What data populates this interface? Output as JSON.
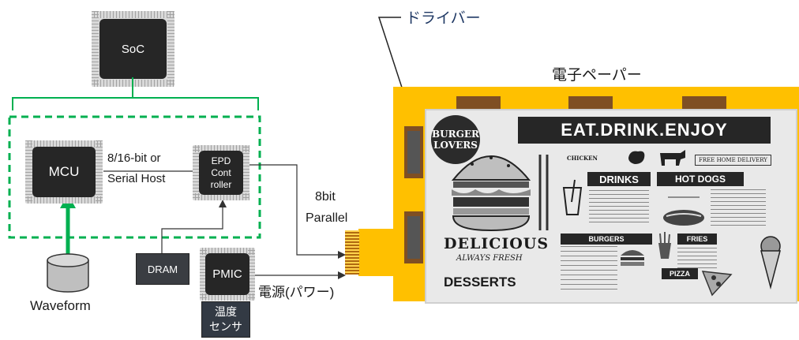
{
  "chips": {
    "soc": "SoC",
    "mcu": "MCU",
    "epd_line1": "EPD",
    "epd_line2": "Cont",
    "epd_line3": "roller",
    "pmic": "PMIC",
    "dram": "DRAM"
  },
  "labels": {
    "bus_line1": "8/16-bit or",
    "bus_line2": "Serial Host",
    "parallel_line1": "8bit",
    "parallel_line2": "Parallel",
    "waveform": "Waveform",
    "power": "電源(パワー)",
    "driver": "ドライバー",
    "epaper": "電子ペーパー",
    "temp_line1": "温度",
    "temp_line2": "センサ"
  },
  "menu": {
    "burger_line1": "BURGER",
    "burger_line2": "LOVERS",
    "title": "EAT.DRINK.ENJOY",
    "drinks": "DRINKS",
    "hot_dogs": "HOT DOGS",
    "burgers": "BURGERS",
    "fries": "FRIES",
    "pizza": "PIZZA",
    "delicious": "DELICIOUS",
    "always_fresh": "ALWAYS FRESH",
    "desserts": "DESSERTS",
    "chicken": "CHICKEN",
    "free_delivery": "FREE HOME DELIVERY"
  },
  "colors": {
    "green_accent": "#00b050",
    "driver_yellow": "#ffc000",
    "driver_brown": "#7f4f23",
    "chip_dark": "#262626"
  }
}
